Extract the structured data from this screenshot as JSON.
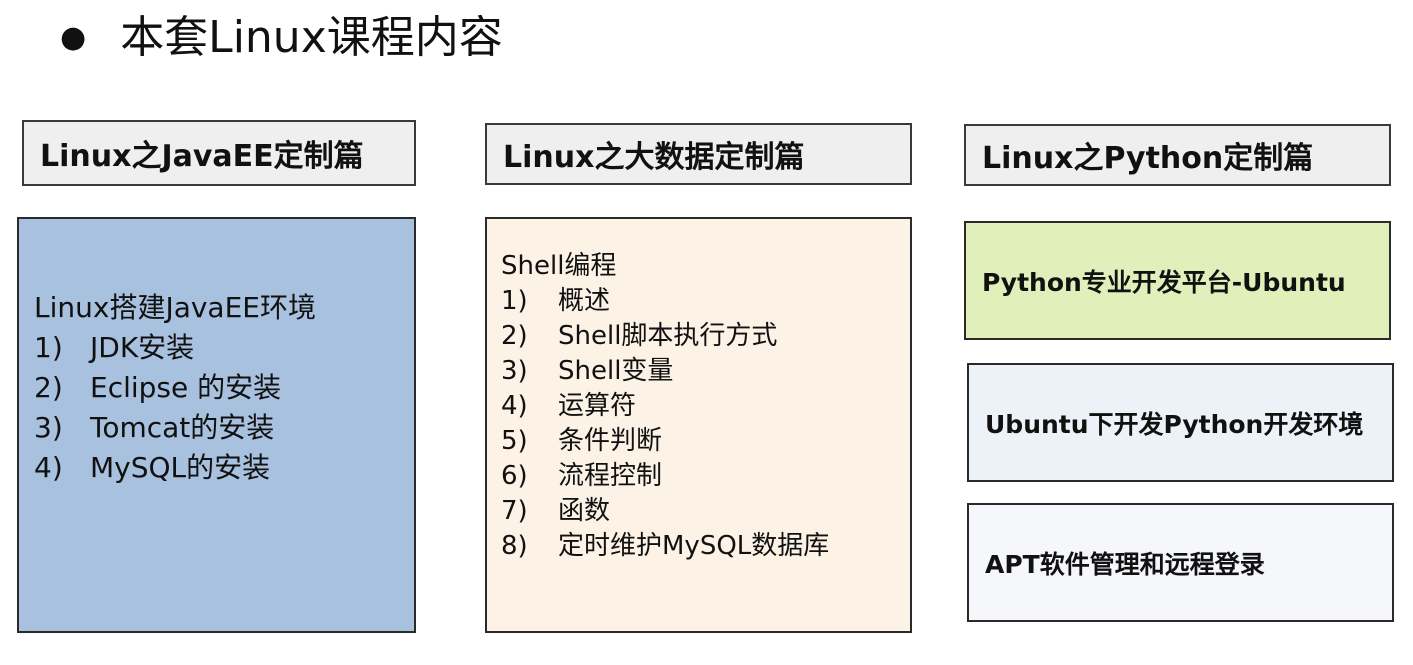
{
  "title": {
    "bullet": "●",
    "text": "本套Linux课程内容"
  },
  "javaee": {
    "header": "Linux之JavaEE定制篇",
    "heading": "Linux搭建JavaEE环境",
    "items": [
      {
        "num": "1)",
        "text": "JDK安装"
      },
      {
        "num": "2)",
        "text": "Eclipse 的安装"
      },
      {
        "num": "3)",
        "text": "Tomcat的安装"
      },
      {
        "num": "4)",
        "text": "MySQL的安装"
      }
    ]
  },
  "bigdata": {
    "header": "Linux之大数据定制篇",
    "heading": "Shell编程",
    "items": [
      {
        "num": "1)",
        "text": "概述"
      },
      {
        "num": "2)",
        "text": "Shell脚本执行方式"
      },
      {
        "num": "3)",
        "text": "Shell变量"
      },
      {
        "num": "4)",
        "text": "运算符"
      },
      {
        "num": "5)",
        "text": "条件判断"
      },
      {
        "num": "6)",
        "text": "流程控制"
      },
      {
        "num": "7)",
        "text": "函数"
      },
      {
        "num": "8)",
        "text": "定时维护MySQL数据库"
      }
    ]
  },
  "python": {
    "header": "Linux之Python定制篇",
    "boxes": [
      {
        "text": "Python专业开发平台-Ubuntu"
      },
      {
        "text": "Ubuntu下开发Python开发环境"
      },
      {
        "text": "APT软件管理和远程登录"
      }
    ]
  },
  "colors": {
    "javaee_box": "#a8c1df",
    "bigdata_box": "#fcf2e6",
    "python_box_1": "#e1efba",
    "python_box_2": "#edf2f8",
    "python_box_3": "#f5f7fb",
    "header_box": "#efefef"
  }
}
